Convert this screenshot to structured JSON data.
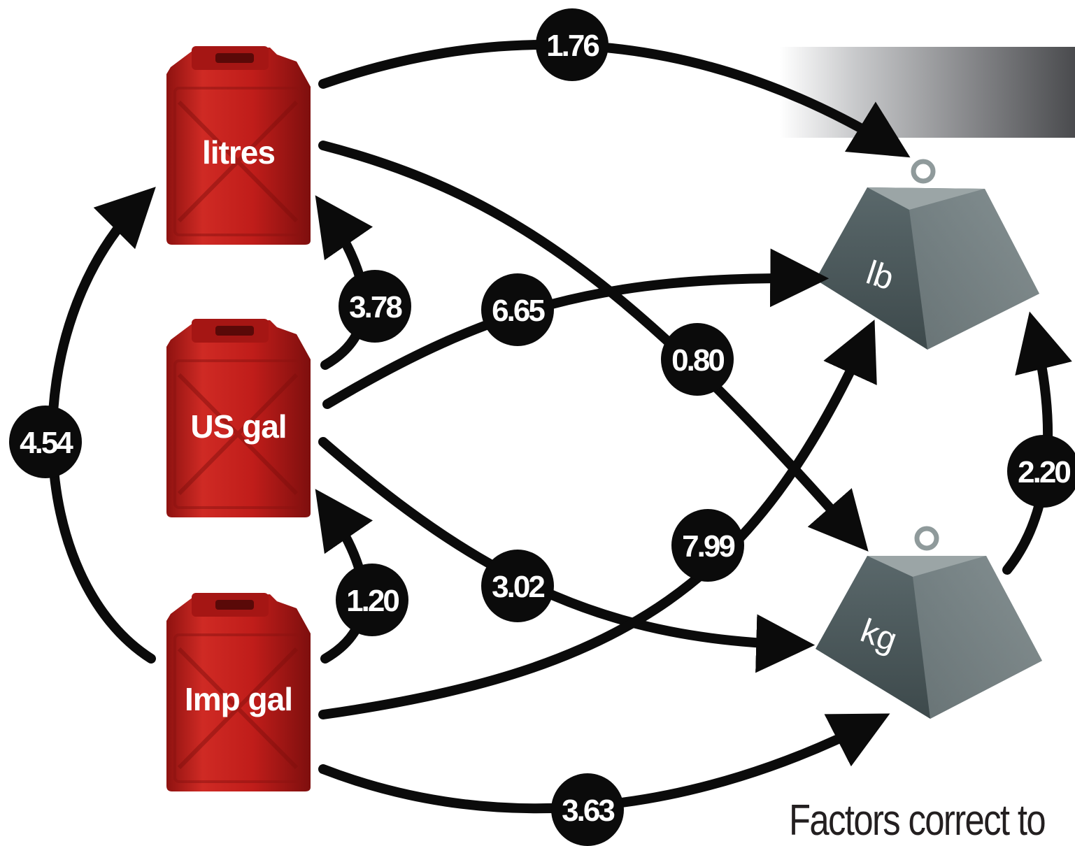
{
  "nodes": {
    "litres": "litres",
    "us_gal": "US gal",
    "imp_gal": "Imp gal",
    "lb": "lb",
    "kg": "kg"
  },
  "factors": {
    "imp_gal_to_litres": "4.54",
    "us_gal_to_litres": "3.78",
    "imp_gal_to_us_gal": "1.20",
    "litres_to_lb": "1.76",
    "us_gal_to_lb": "6.65",
    "litres_to_kg": "0.80",
    "us_gal_to_kg": "3.02",
    "imp_gal_to_lb": "7.99",
    "imp_gal_to_kg": "3.63",
    "kg_to_lb": "2.20"
  },
  "footnote": "Factors correct to",
  "colors": {
    "arrow": "#0b0b0b",
    "can_red": "#c8201e",
    "weight_grey": "#4f5d60"
  }
}
